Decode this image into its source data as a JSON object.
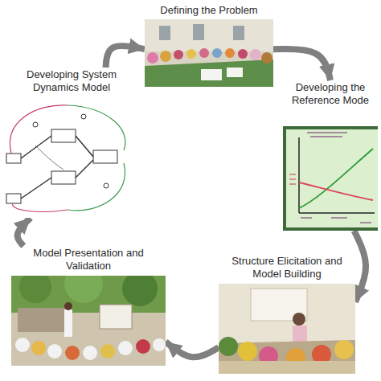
{
  "diagram": {
    "nodes": [
      {
        "text": [
          "Defining the Problem"
        ]
      },
      {
        "text": [
          "Developing the Reference Mode"
        ]
      },
      {
        "text": [
          "Structure Elicitation and Model Building"
        ]
      },
      {
        "text": [
          "Model Presentation and Validation"
        ]
      },
      {
        "text": [
          "Developing System Dynamics Model"
        ]
      }
    ],
    "edges": [
      {
        "from": 0,
        "to": 1,
        "arrow": "to"
      },
      {
        "from": 1,
        "to": 2,
        "arrow": "to"
      },
      {
        "from": 2,
        "to": 3,
        "arrow": "to"
      },
      {
        "from": 3,
        "to": 4,
        "arrow": "to"
      },
      {
        "from": 4,
        "to": 0,
        "arrow": "to"
      }
    ]
  }
}
